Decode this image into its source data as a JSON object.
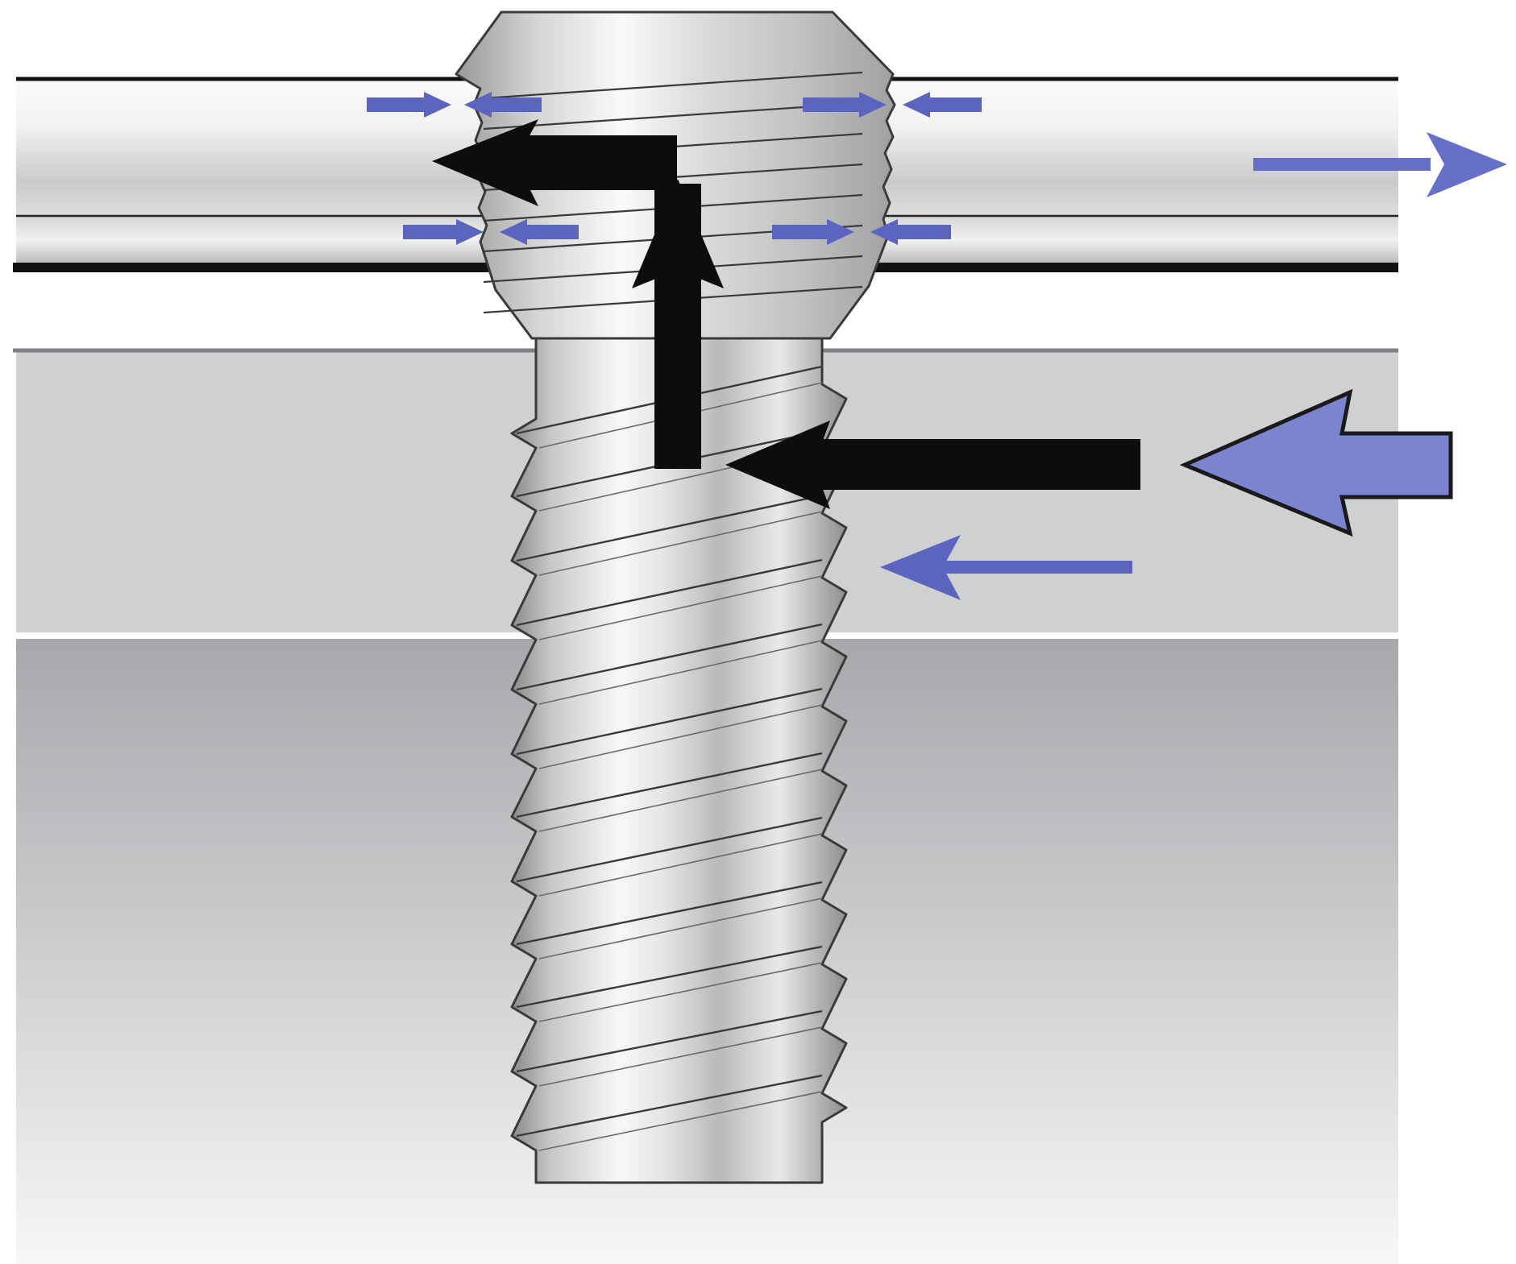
{
  "figure": {
    "kind": "locking-screw-in-plate-and-bone-force-diagram",
    "labels": []
  },
  "colors": {
    "background": "#ffffff",
    "plate_edge": "#111111",
    "plate_light": "#f7f7f7",
    "plate_mid": "#c4c6c8",
    "bone_cortex": "#cfd0d2",
    "bone_cancellous_top": "#a9abae",
    "bone_cancellous_bottom": "#f5f5f5",
    "screw_light": "#f4f4f4",
    "screw_dark": "#7a7a7a",
    "screw_outline": "#3a3a3a",
    "force_blue": "#5b65be",
    "force_black": "#0d0d0d"
  },
  "arrows": {
    "blue_small_count": 8,
    "blue_plate_direction": "right",
    "blue_bone_direction": "left",
    "blue_large_direction": "left",
    "black_horizontal_direction": "left",
    "black_vertical_direction": "up",
    "black_top_direction": "left"
  }
}
